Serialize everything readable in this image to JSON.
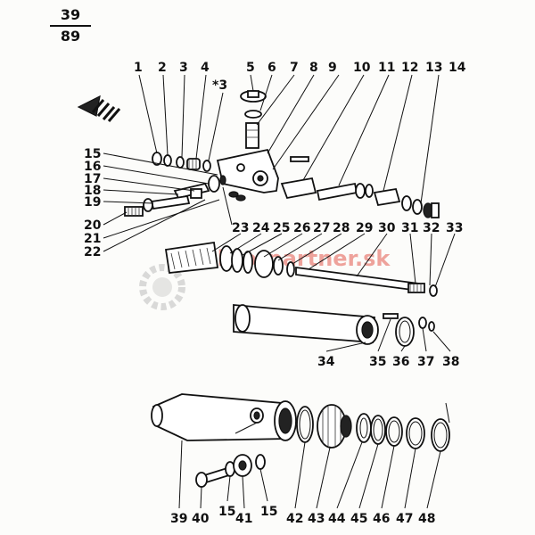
{
  "page_fraction": {
    "numerator": "39",
    "denominator": "89"
  },
  "watermark": {
    "text": "Traktorpartner.sk"
  },
  "callouts": {
    "top": [
      "1",
      "2",
      "3",
      "4",
      "5",
      "6",
      "7",
      "8",
      "9",
      "10",
      "11",
      "12",
      "13",
      "14"
    ],
    "top_extra": "*3",
    "left": [
      "15",
      "16",
      "17",
      "18",
      "19",
      "20",
      "21",
      "22"
    ],
    "middle": [
      "23",
      "24",
      "25",
      "26",
      "27",
      "28",
      "29",
      "30",
      "31",
      "32",
      "33"
    ],
    "lower": [
      "34",
      "35",
      "36",
      "37",
      "38"
    ],
    "bottom": [
      "39",
      "40",
      "15",
      "41",
      "15",
      "42",
      "43",
      "44",
      "45",
      "46",
      "47",
      "48"
    ]
  }
}
